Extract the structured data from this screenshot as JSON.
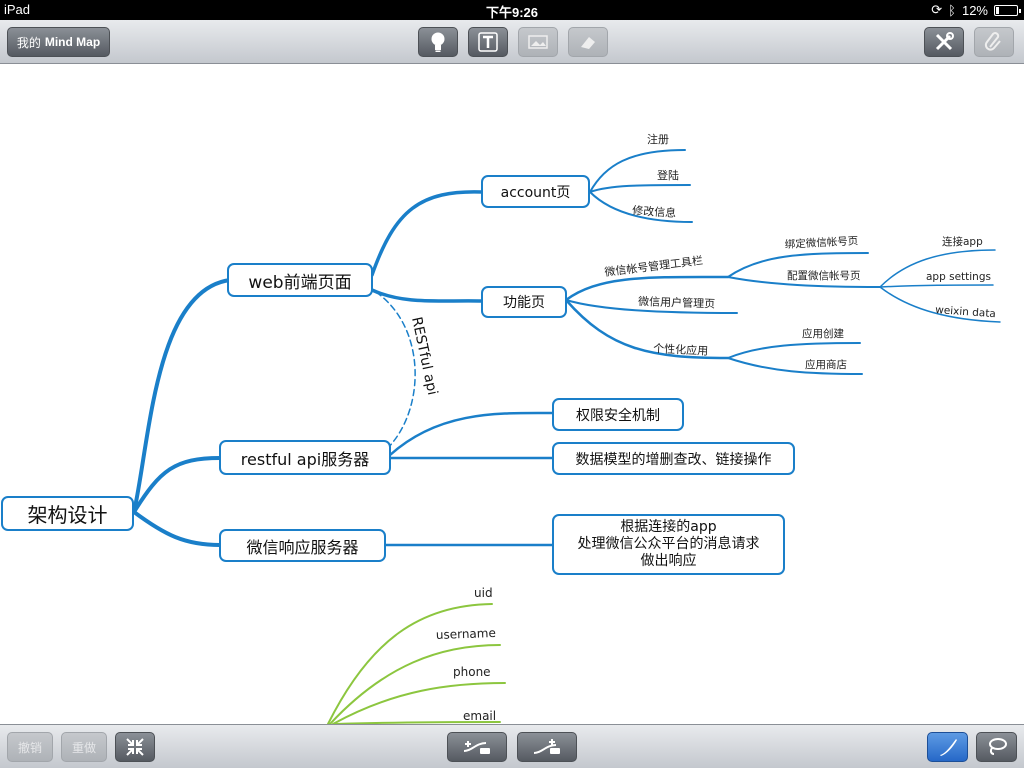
{
  "status_bar": {
    "device": "iPad",
    "time": "下午9:26",
    "battery": "12%",
    "battery_level": 0.12
  },
  "toolbar": {
    "my_mindmap_prefix": "我的",
    "my_mindmap_name": "Mind Map",
    "undo_label": "撤销",
    "redo_label": "重做"
  },
  "mindmap": {
    "root": "架构设计",
    "branches": {
      "web": "web前端页面",
      "restful": "restful api服务器",
      "weixin_server": "微信响应服务器"
    },
    "account": "account页",
    "account_children": [
      "注册",
      "登陆",
      "修改信息"
    ],
    "function": "功能页",
    "toolbar_item": "微信帐号管理工具栏",
    "bind": "绑定微信帐号页",
    "config": "配置微信帐号页",
    "config_children": [
      "连接app",
      "app settings",
      "weixin data"
    ],
    "user_mgmt": "微信用户管理页",
    "personalized": "个性化应用",
    "personalized_children": [
      "应用创建",
      "应用商店"
    ],
    "relation_label": "RESTful api",
    "permissions": "权限安全机制",
    "data_model": "数据模型的增删查改、链接操作",
    "weixin_response_lines": [
      "根据连接的app",
      "处理微信公众平台的消息请求",
      "做出响应"
    ],
    "partial_fields": [
      "uid",
      "username",
      "phone",
      "email"
    ]
  },
  "colors": {
    "branch": "#1a7fc9",
    "partial": "#8cc63f",
    "active_tool": "#2668c8"
  }
}
